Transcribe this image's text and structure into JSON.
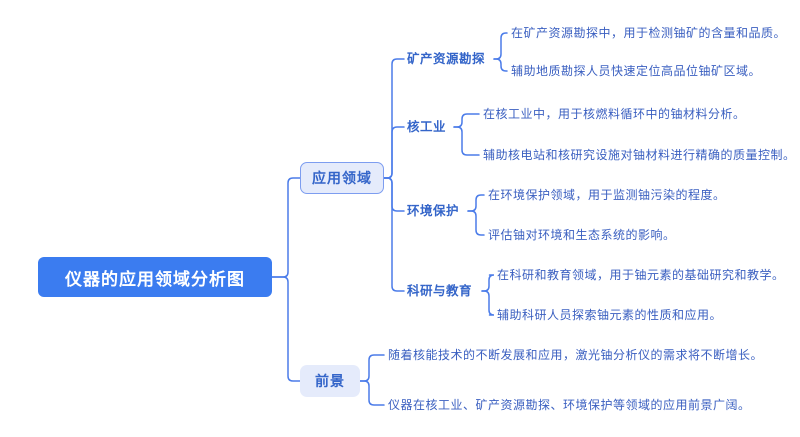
{
  "colors": {
    "root_fill": "#3b7cf0",
    "root_text": "#ffffff",
    "branch_fill": "#e5ebfb",
    "branch_border": "#7d9df0",
    "branch_text": "#3465c9",
    "leaf_text": "#3a5fc0",
    "line": "#4b7ce9",
    "background": "#ffffff"
  },
  "mindmap": {
    "root": "仪器的应用领域分析图",
    "branches": [
      {
        "label": "应用领域",
        "children": [
          {
            "label": "矿产资源勘探",
            "leaves": [
              "在矿产资源勘探中，用于检测铀矿的含量和品质。",
              "辅助地质勘探人员快速定位高品位铀矿区域。"
            ]
          },
          {
            "label": "核工业",
            "leaves": [
              "在核工业中，用于核燃料循环中的铀材料分析。",
              "辅助核电站和核研究设施对铀材料进行精确的质量控制。"
            ]
          },
          {
            "label": "环境保护",
            "leaves": [
              "在环境保护领域，用于监测铀污染的程度。",
              "评估铀对环境和生态系统的影响。"
            ]
          },
          {
            "label": "科研与教育",
            "leaves": [
              "在科研和教育领域，用于铀元素的基础研究和教学。",
              "辅助科研人员探索铀元素的性质和应用。"
            ]
          }
        ]
      },
      {
        "label": "前景",
        "leaves": [
          "随着核能技术的不断发展和应用，激光铀分析仪的需求将不断增长。",
          "仪器在核工业、矿产资源勘探、环境保护等领域的应用前景广阔。"
        ]
      }
    ]
  }
}
